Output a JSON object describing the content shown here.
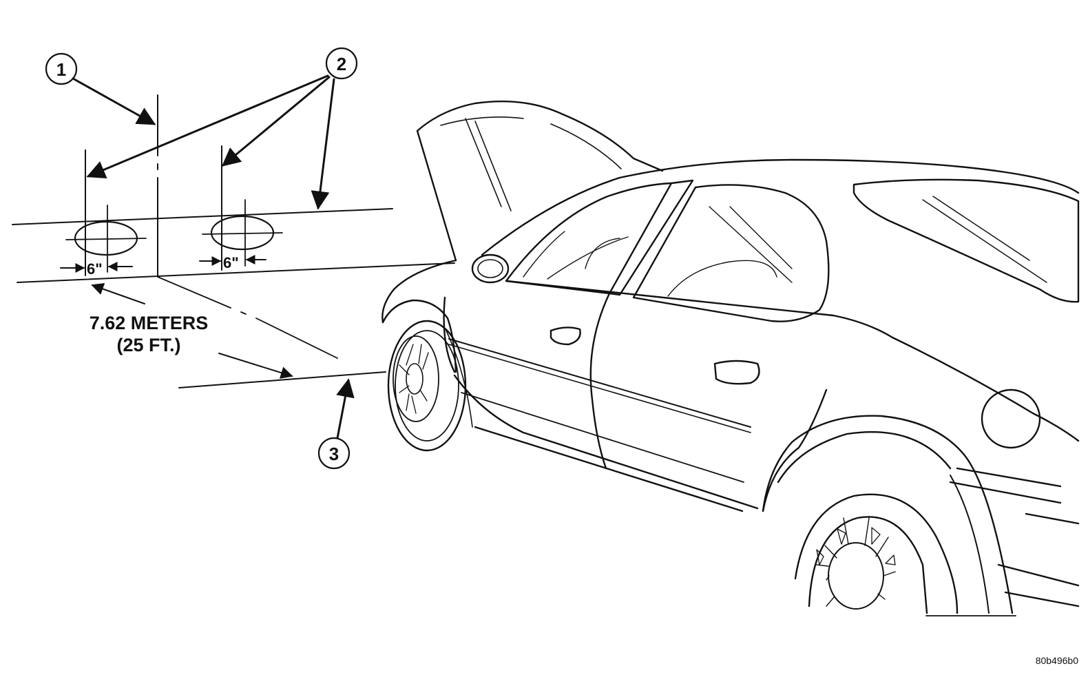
{
  "figure": {
    "callouts": [
      {
        "number": "1"
      },
      {
        "number": "2"
      },
      {
        "number": "3"
      }
    ],
    "distance_label_line1": "7.62 METERS",
    "distance_label_line2": "(25 FT.)",
    "spacing_left": "6\"",
    "spacing_right": "6\"",
    "figure_code": "80b496b0"
  }
}
